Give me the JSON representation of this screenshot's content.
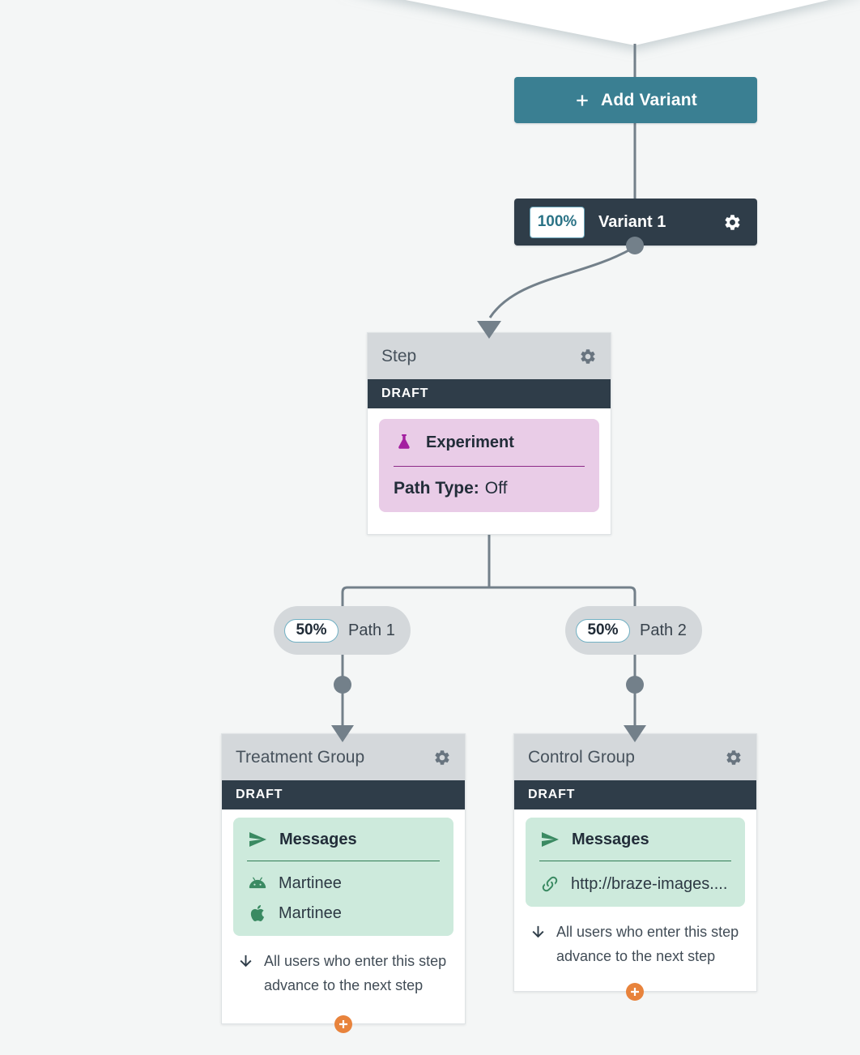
{
  "flow": {
    "add_variant": {
      "label": "Add Variant",
      "icon": "plus-icon"
    },
    "variant": {
      "percent": "100%",
      "name": "Variant 1",
      "settings_icon": "gear-icon"
    },
    "step": {
      "title": "Step",
      "status": "DRAFT",
      "settings_icon": "gear-icon",
      "experiment": {
        "icon": "flask-icon",
        "label": "Experiment",
        "path_type_label": "Path Type:",
        "path_type_value": "Off"
      }
    },
    "paths": [
      {
        "percent": "50%",
        "label": "Path 1"
      },
      {
        "percent": "50%",
        "label": "Path 2"
      }
    ],
    "treatment": {
      "title": "Treatment Group",
      "status": "DRAFT",
      "settings_icon": "gear-icon",
      "messages": {
        "icon": "paper-plane-icon",
        "title": "Messages",
        "channels": [
          {
            "icon": "android-icon",
            "name": "Martinee"
          },
          {
            "icon": "apple-icon",
            "name": "Martinee"
          }
        ]
      },
      "footnote_icon": "down-arrow-icon",
      "footnote": "All users who enter this step advance to the next step",
      "add_step_icon": "plus-circle-icon"
    },
    "control": {
      "title": "Control Group",
      "status": "DRAFT",
      "settings_icon": "gear-icon",
      "messages": {
        "icon": "paper-plane-icon",
        "title": "Messages",
        "channels": [
          {
            "icon": "link-icon",
            "name": "http://braze-images...."
          }
        ]
      },
      "footnote_icon": "down-arrow-icon",
      "footnote": "All users who enter this step advance to the next step",
      "add_step_icon": "plus-circle-icon"
    }
  },
  "colors": {
    "background": "#f4f6f6",
    "teal_button": "#3a7f92",
    "dark_navy": "#2f3d49",
    "node_header_gray": "#d4d8db",
    "connector_gray": "#73808a",
    "experiment_pink": "#e9cce7",
    "experiment_magenta": "#a31fa0",
    "message_green_bg": "#cdeadc",
    "message_green": "#3a8a62",
    "add_step_orange": "#e8833c",
    "badge_border_teal": "#72b1c4"
  }
}
